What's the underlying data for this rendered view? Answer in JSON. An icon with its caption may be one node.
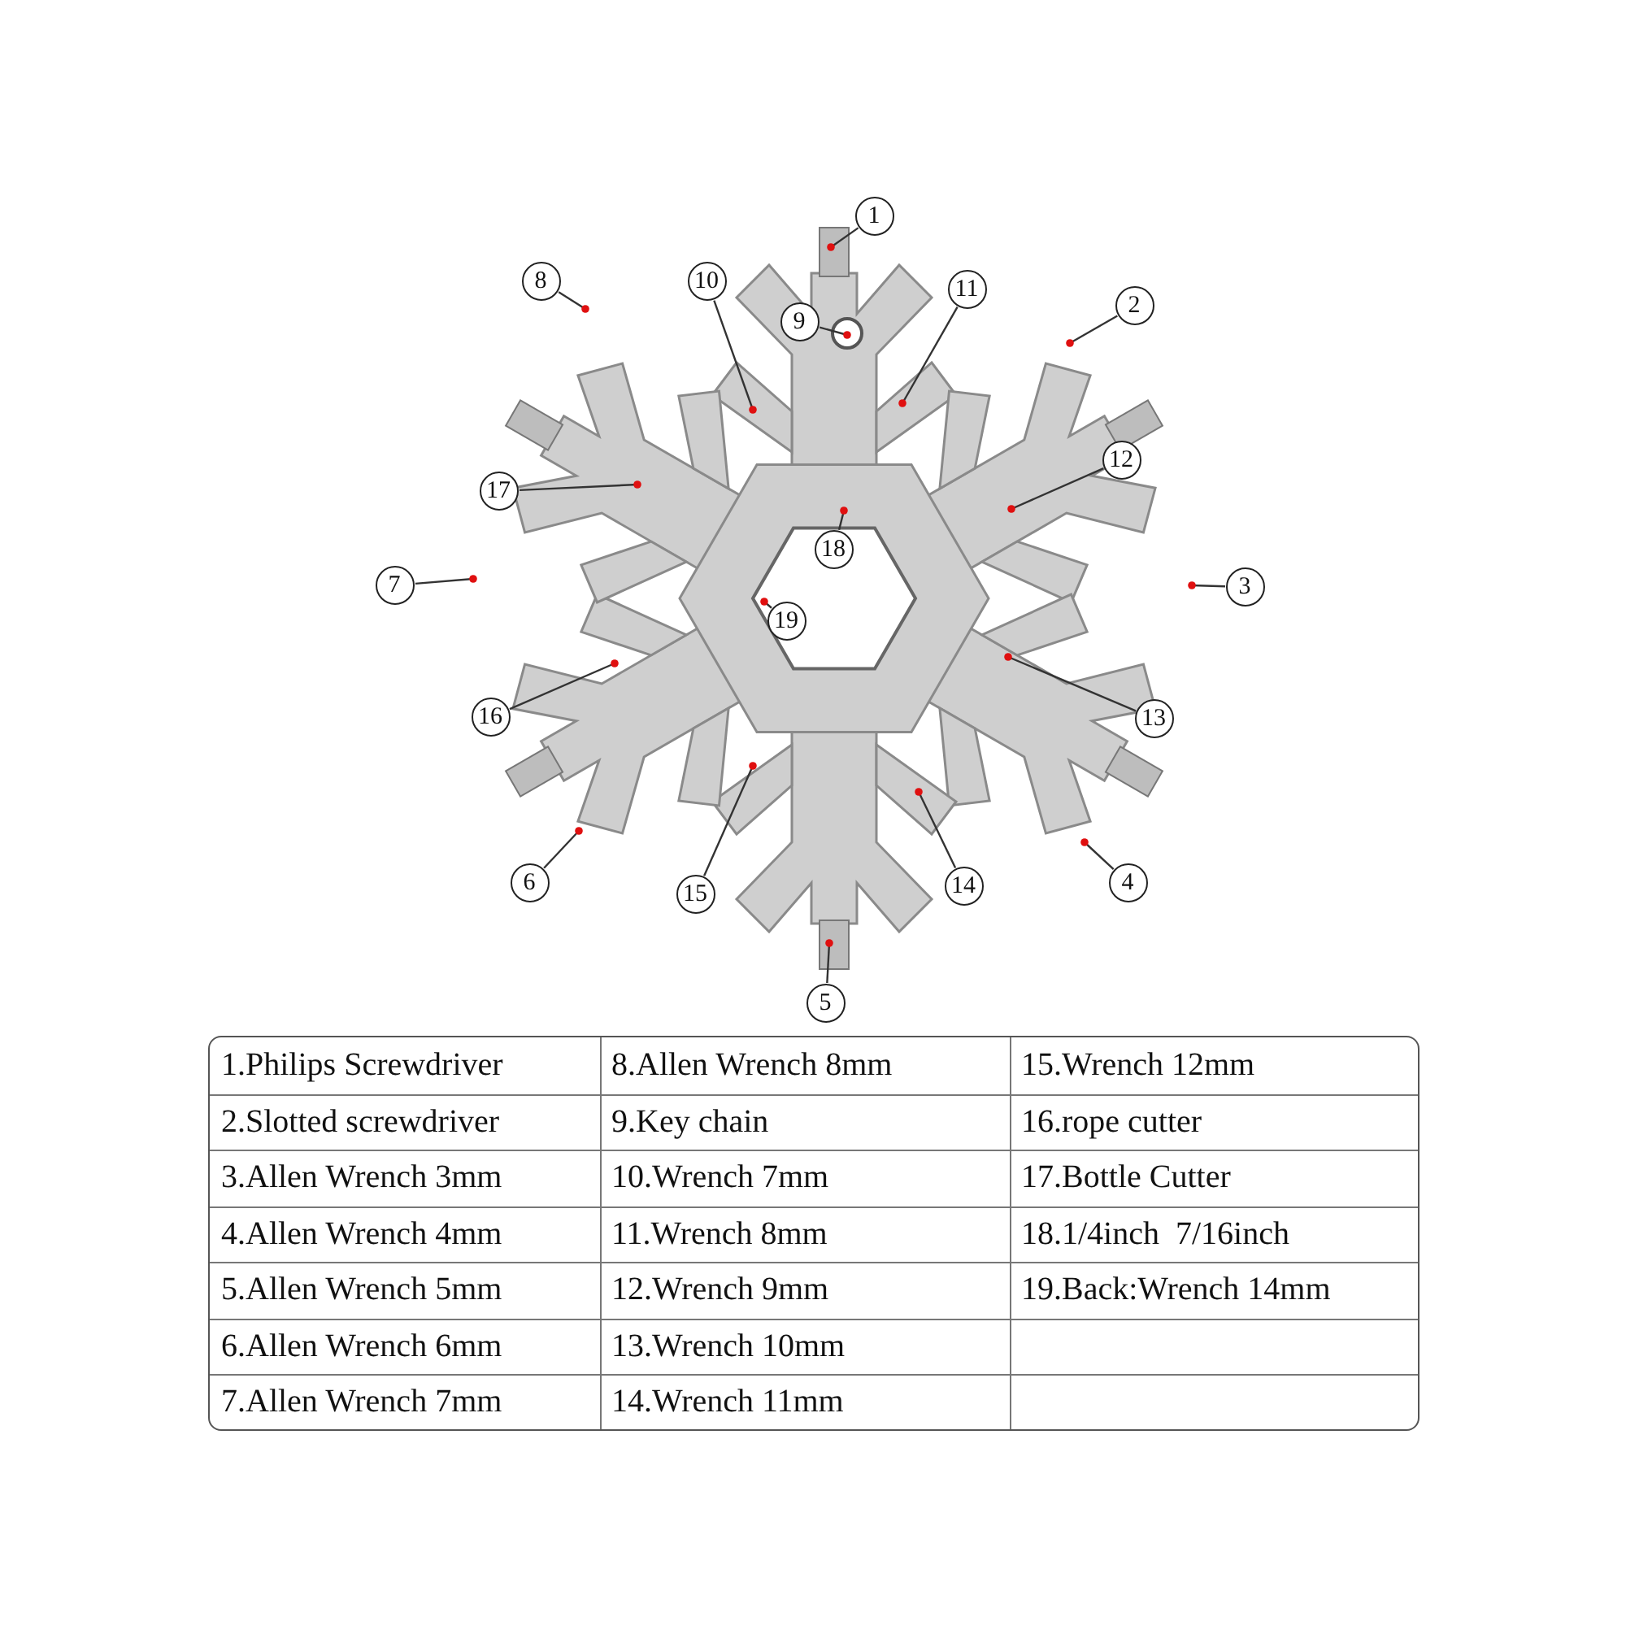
{
  "diagram": {
    "nodes": [
      {
        "text": [
          "1"
        ]
      },
      {
        "text": [
          "2"
        ]
      },
      {
        "text": [
          "3"
        ]
      },
      {
        "text": [
          "4"
        ]
      },
      {
        "text": [
          "5"
        ]
      },
      {
        "text": [
          "6"
        ]
      },
      {
        "text": [
          "7"
        ]
      },
      {
        "text": [
          "8"
        ]
      },
      {
        "text": [
          "9"
        ]
      },
      {
        "text": [
          "10"
        ]
      },
      {
        "text": [
          "11"
        ]
      },
      {
        "text": [
          "12"
        ]
      },
      {
        "text": [
          "13"
        ]
      },
      {
        "text": [
          "14"
        ]
      },
      {
        "text": [
          "15"
        ]
      },
      {
        "text": [
          "16"
        ]
      },
      {
        "text": [
          "17"
        ]
      },
      {
        "text": [
          "18"
        ]
      },
      {
        "text": [
          "19"
        ]
      }
    ],
    "edges": [
      {
        "from": 0,
        "to": null,
        "arrow": "other"
      },
      {
        "from": 1,
        "to": null,
        "arrow": "other"
      },
      {
        "from": 2,
        "to": null,
        "arrow": "other"
      },
      {
        "from": 3,
        "to": null,
        "arrow": "other"
      },
      {
        "from": 4,
        "to": null,
        "arrow": "other"
      },
      {
        "from": 5,
        "to": null,
        "arrow": "other"
      },
      {
        "from": 6,
        "to": null,
        "arrow": "other"
      },
      {
        "from": 7,
        "to": null,
        "arrow": "other"
      },
      {
        "from": 8,
        "to": null,
        "arrow": "other"
      },
      {
        "from": 9,
        "to": null,
        "arrow": "other"
      },
      {
        "from": 10,
        "to": null,
        "arrow": "other"
      },
      {
        "from": 11,
        "to": null,
        "arrow": "other"
      },
      {
        "from": 12,
        "to": null,
        "arrow": "other"
      },
      {
        "from": 13,
        "to": null,
        "arrow": "other"
      },
      {
        "from": 14,
        "to": null,
        "arrow": "other"
      },
      {
        "from": 15,
        "to": null,
        "arrow": "other"
      },
      {
        "from": 16,
        "to": null,
        "arrow": "other"
      },
      {
        "from": 17,
        "to": null,
        "arrow": "other"
      },
      {
        "from": 18,
        "to": null,
        "arrow": "other"
      }
    ],
    "labels": [
      "1.Philips Screwdriver",
      "8.Allen Wrench 8mm",
      "15.Wrench 12mm",
      "2.Slotted screwdriver",
      "9.Key chain",
      "16.rope cutter",
      "3.Allen Wrench 3mm",
      "10.Wrench 7mm",
      "17.Bottle Cutter",
      "4.Allen Wrench 4mm",
      "11.Wrench 8mm",
      "18.1/4inch  7/16inch",
      "5.Allen Wrench 5mm",
      "12.Wrench 9mm",
      "19.Back:Wrench 14mm",
      "6.Allen Wrench 6mm",
      "13.Wrench 10mm",
      "7.Allen Wrench 7mm",
      "14.Wrench 11mm"
    ]
  }
}
